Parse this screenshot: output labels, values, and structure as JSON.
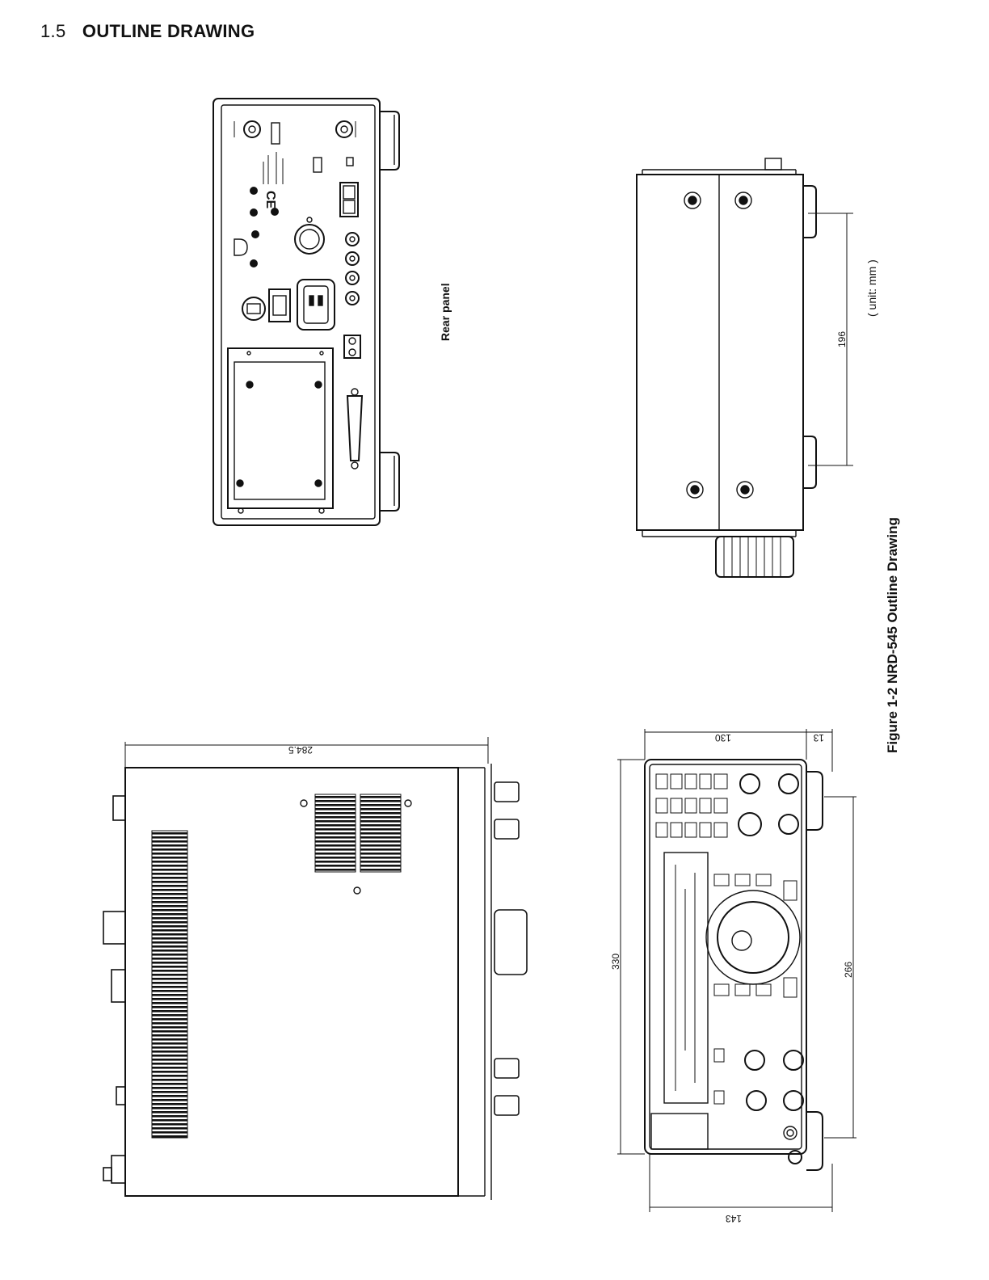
{
  "header": {
    "section_number": "1.5",
    "section_title": "OUTLINE DRAWING"
  },
  "figure": {
    "caption": "Figure 1-2 NRD-545 Outline Drawing",
    "unit_note": "( unit: mm )",
    "rear_panel_label": "Rear panel",
    "dimensions": {
      "side_depth": "284.5",
      "front_width": "330",
      "front_height": "130",
      "knob_protrusion": "13",
      "foot_spacing_front": "266",
      "foot_spacing_side": "196",
      "front_height_total": "143"
    },
    "panel_markings": {
      "ce_mark": "CE"
    }
  }
}
